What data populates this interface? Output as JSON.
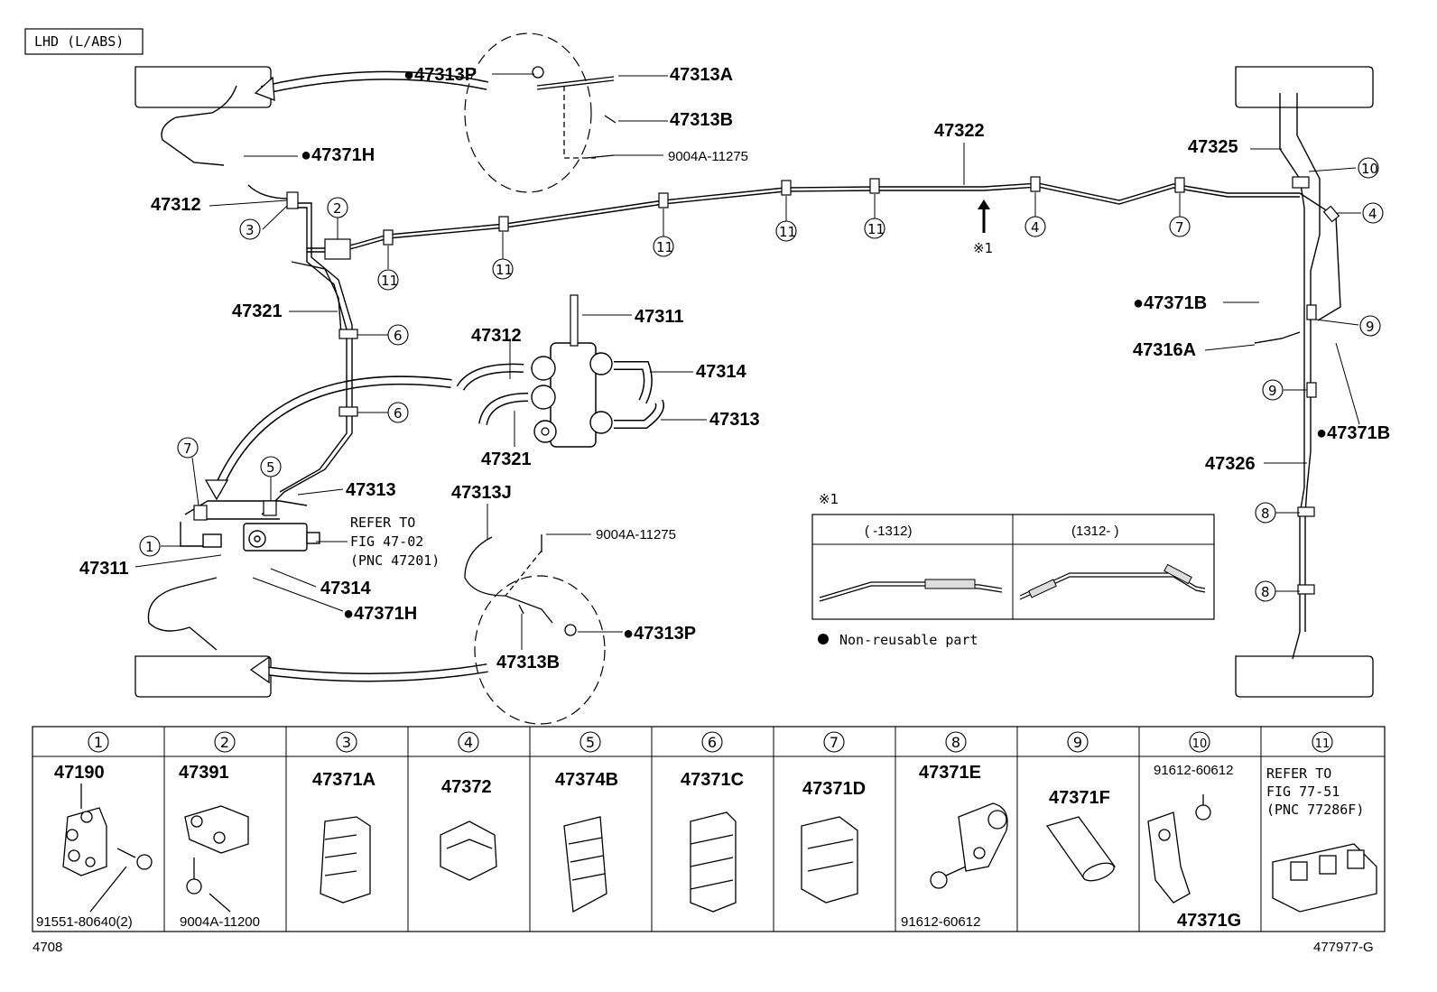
{
  "header_label": "LHD (L/ABS)",
  "footer_left": "4708",
  "footer_right": "477977-G",
  "note_marker": "※1",
  "legend_text": "Non-reusable part",
  "inset": {
    "left_header": "(      -1312)",
    "right_header": "(1312-      )"
  },
  "callouts": {
    "p47313P_top": "●47313P",
    "p47313A": "47313A",
    "p47313B_top": "47313B",
    "p9004A_11275_top": "9004A-11275",
    "p47322": "47322",
    "p47325": "47325",
    "p47371H_top": "●47371H",
    "p47312_top": "47312",
    "p47321_left": "47321",
    "p47312_mid": "47312",
    "p47311_mid": "47311",
    "p47314_mid": "47314",
    "p47313_mid": "47313",
    "p47321_mid": "47321",
    "p47313_left": "47313",
    "refer_line1": "REFER TO",
    "refer_line2": "FIG 47-02",
    "refer_line3": "(PNC 47201)",
    "p47311_left": "47311",
    "p47314_left": "47314",
    "p47371H_bot": "●47371H",
    "p47313J": "47313J",
    "p9004A_11275_bot": "9004A-11275",
    "p47313B_bot": "47313B",
    "p47313P_bot": "●47313P",
    "p47371B_a": "●47371B",
    "p47316A": "47316A",
    "p47371B_b": "●47371B",
    "p47326": "47326"
  },
  "table": [
    {
      "num": "1",
      "parts": [
        "47190",
        "91551-80640(2)"
      ]
    },
    {
      "num": "2",
      "parts": [
        "47391",
        "9004A-11200"
      ]
    },
    {
      "num": "3",
      "parts": [
        "47371A"
      ]
    },
    {
      "num": "4",
      "parts": [
        "47372"
      ]
    },
    {
      "num": "5",
      "parts": [
        "47374B"
      ]
    },
    {
      "num": "6",
      "parts": [
        "47371C"
      ]
    },
    {
      "num": "7",
      "parts": [
        "47371D"
      ]
    },
    {
      "num": "8",
      "parts": [
        "47371E",
        "91612-60612"
      ]
    },
    {
      "num": "9",
      "parts": [
        "47371F"
      ]
    },
    {
      "num": "10",
      "parts": [
        "91612-60612",
        "47371G"
      ]
    },
    {
      "num": "11",
      "parts": [
        "REFER TO",
        "FIG 77-51",
        "(PNC 77286F)"
      ]
    }
  ]
}
